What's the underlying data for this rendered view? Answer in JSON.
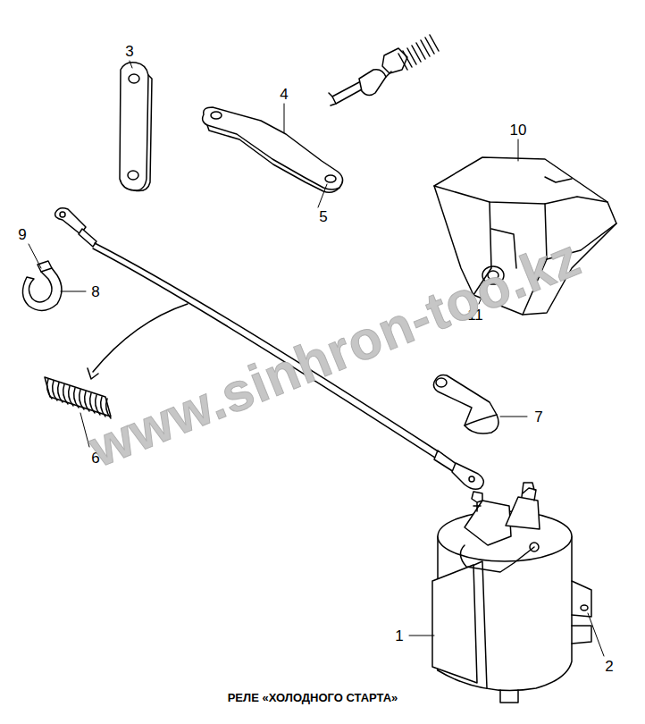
{
  "diagram": {
    "caption": "РЕЛЕ «ХОЛОДНОГО СТАРТА»",
    "labels": [
      "3",
      "4",
      "5",
      "10",
      "9",
      "8",
      "11",
      "6",
      "7",
      "1",
      "2",
      "www.sinhron-too.kz"
    ]
  }
}
